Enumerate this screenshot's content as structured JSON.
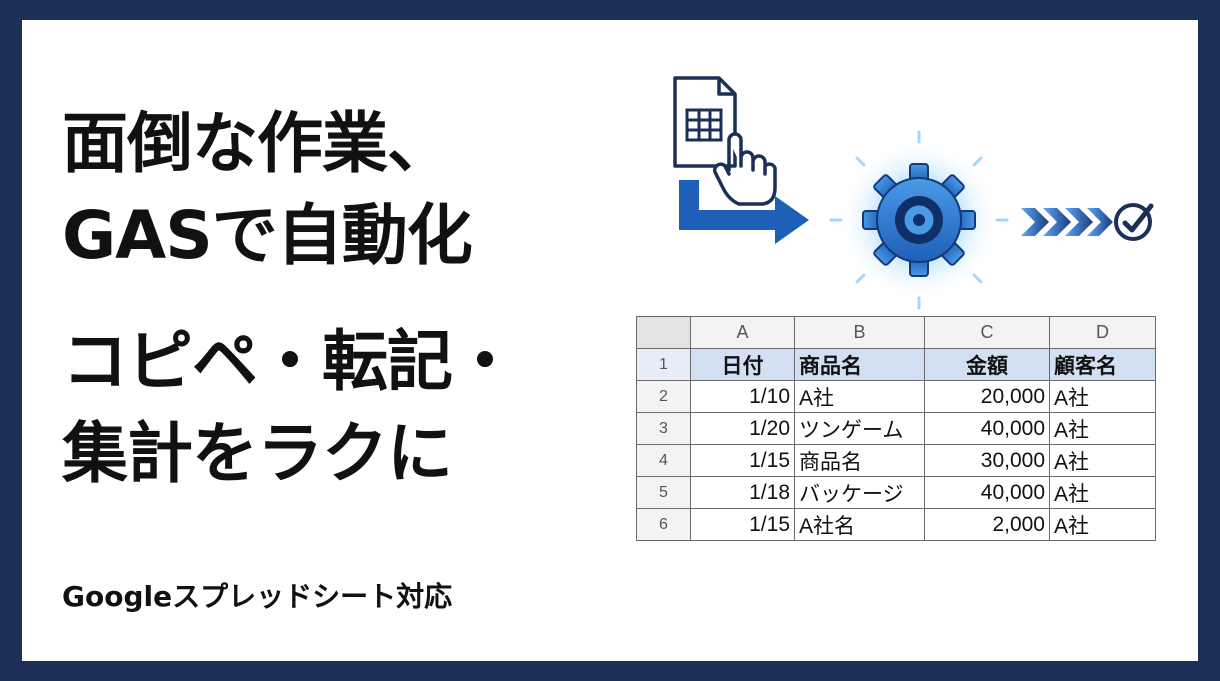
{
  "headline": {
    "line1": "面倒な作業、",
    "line2": "GASで自動化",
    "line3": "コピペ・転記・",
    "line4": "集計をラクに"
  },
  "footer_note": "Googleスプレッドシート対応",
  "colors": {
    "frame": "#1b2f57",
    "accent_blue": "#1f5fb8",
    "header_fill": "#d3e0f3",
    "text": "#111111"
  },
  "icons": [
    "spreadsheet-file-icon",
    "pointer-hand-icon",
    "arrow-right-icon",
    "gear-icon",
    "chevrons-right-icon",
    "check-circle-icon"
  ],
  "sheet": {
    "columns": [
      "A",
      "B",
      "C",
      "D"
    ],
    "header_row": {
      "num": "1",
      "cells": [
        "日付",
        "商品名",
        "金額",
        "顧客名"
      ]
    },
    "rows": [
      {
        "num": "2",
        "date": "1/10",
        "product": "A社",
        "amount": "20,000",
        "customer": "A社"
      },
      {
        "num": "3",
        "date": "1/20",
        "product": "ツンゲーム",
        "amount": "40,000",
        "customer": "A社"
      },
      {
        "num": "4",
        "date": "1/15",
        "product": "商品名",
        "amount": "30,000",
        "customer": "A社"
      },
      {
        "num": "5",
        "date": "1/18",
        "product": "バッケージ",
        "amount": "40,000",
        "customer": "A社"
      },
      {
        "num": "6",
        "date": "1/15",
        "product": "A社名",
        "amount": "2,000",
        "customer": "A社"
      }
    ]
  }
}
